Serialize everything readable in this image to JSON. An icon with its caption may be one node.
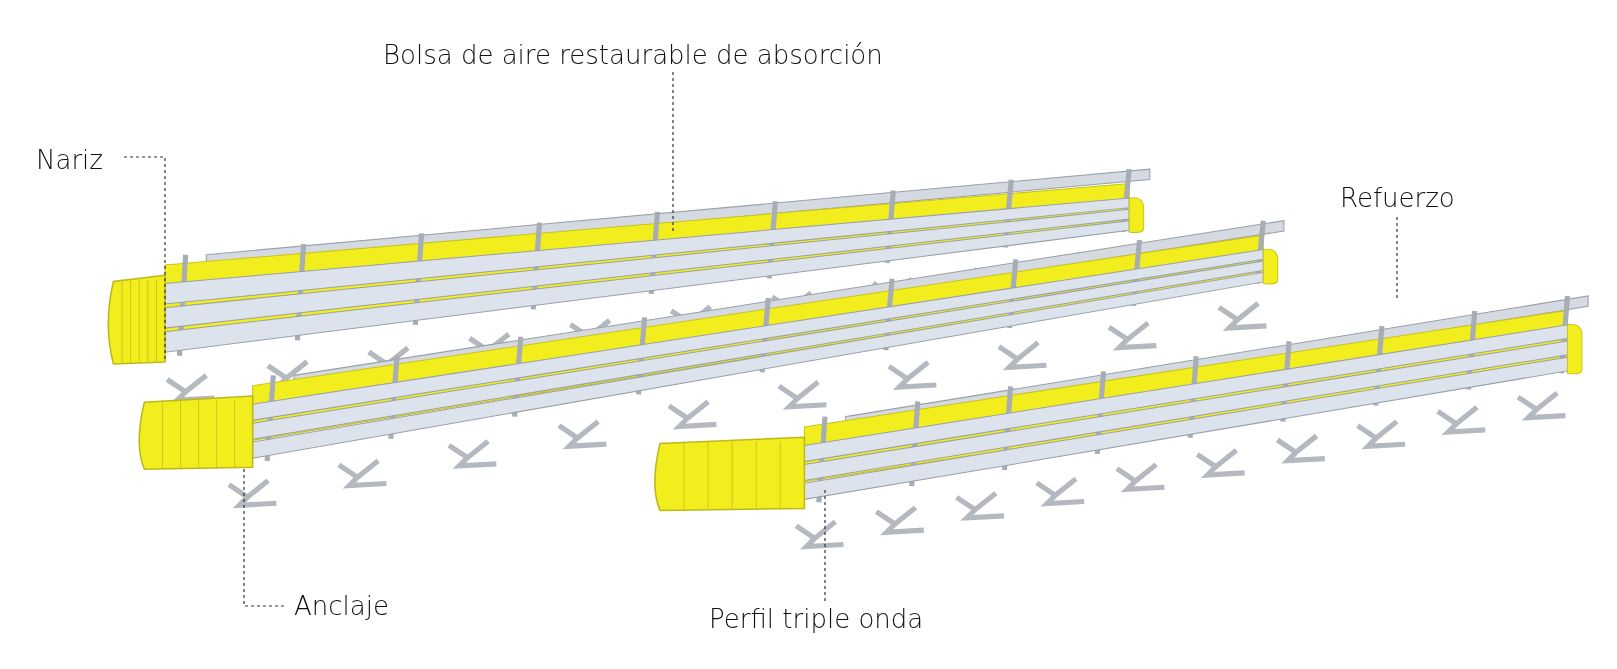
{
  "diagram": {
    "nodes": [
      {
        "text": [
          "Bolsa de aire restaurable de absorción"
        ]
      },
      {
        "text": [
          "Nariz"
        ]
      },
      {
        "text": [
          "Refuerzo"
        ]
      },
      {
        "text": [
          "Anclaje"
        ]
      },
      {
        "text": [
          "Perfil triple onda"
        ]
      }
    ],
    "edges": [
      {
        "from": 0,
        "to": null,
        "arrow": "none"
      },
      {
        "from": 1,
        "to": null,
        "arrow": "none"
      },
      {
        "from": 2,
        "to": null,
        "arrow": "none"
      },
      {
        "from": 3,
        "to": null,
        "arrow": "none"
      },
      {
        "from": 4,
        "to": null,
        "arrow": "none"
      }
    ]
  }
}
